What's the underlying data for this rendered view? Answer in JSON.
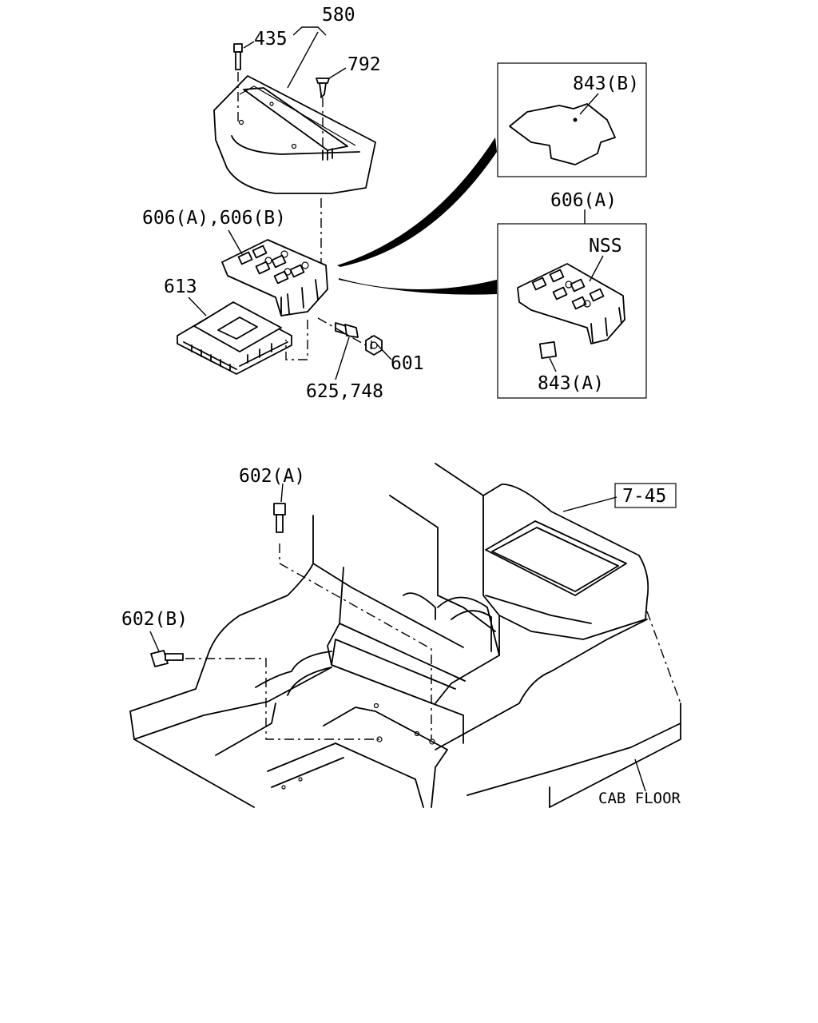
{
  "labels": {
    "p580": "580",
    "p435": "435",
    "p792": "792",
    "p843b": "843(B)",
    "p606a_inset": "606(A)",
    "p606ab": "606(A),606(B)",
    "nss": "NSS",
    "p613": "613",
    "p601": "601",
    "p625_748": "625,748",
    "p843a": "843(A)",
    "p602a": "602(A)",
    "p602b": "602(B)",
    "ref745": "7-45",
    "cab_floor": "CAB FLOOR"
  }
}
